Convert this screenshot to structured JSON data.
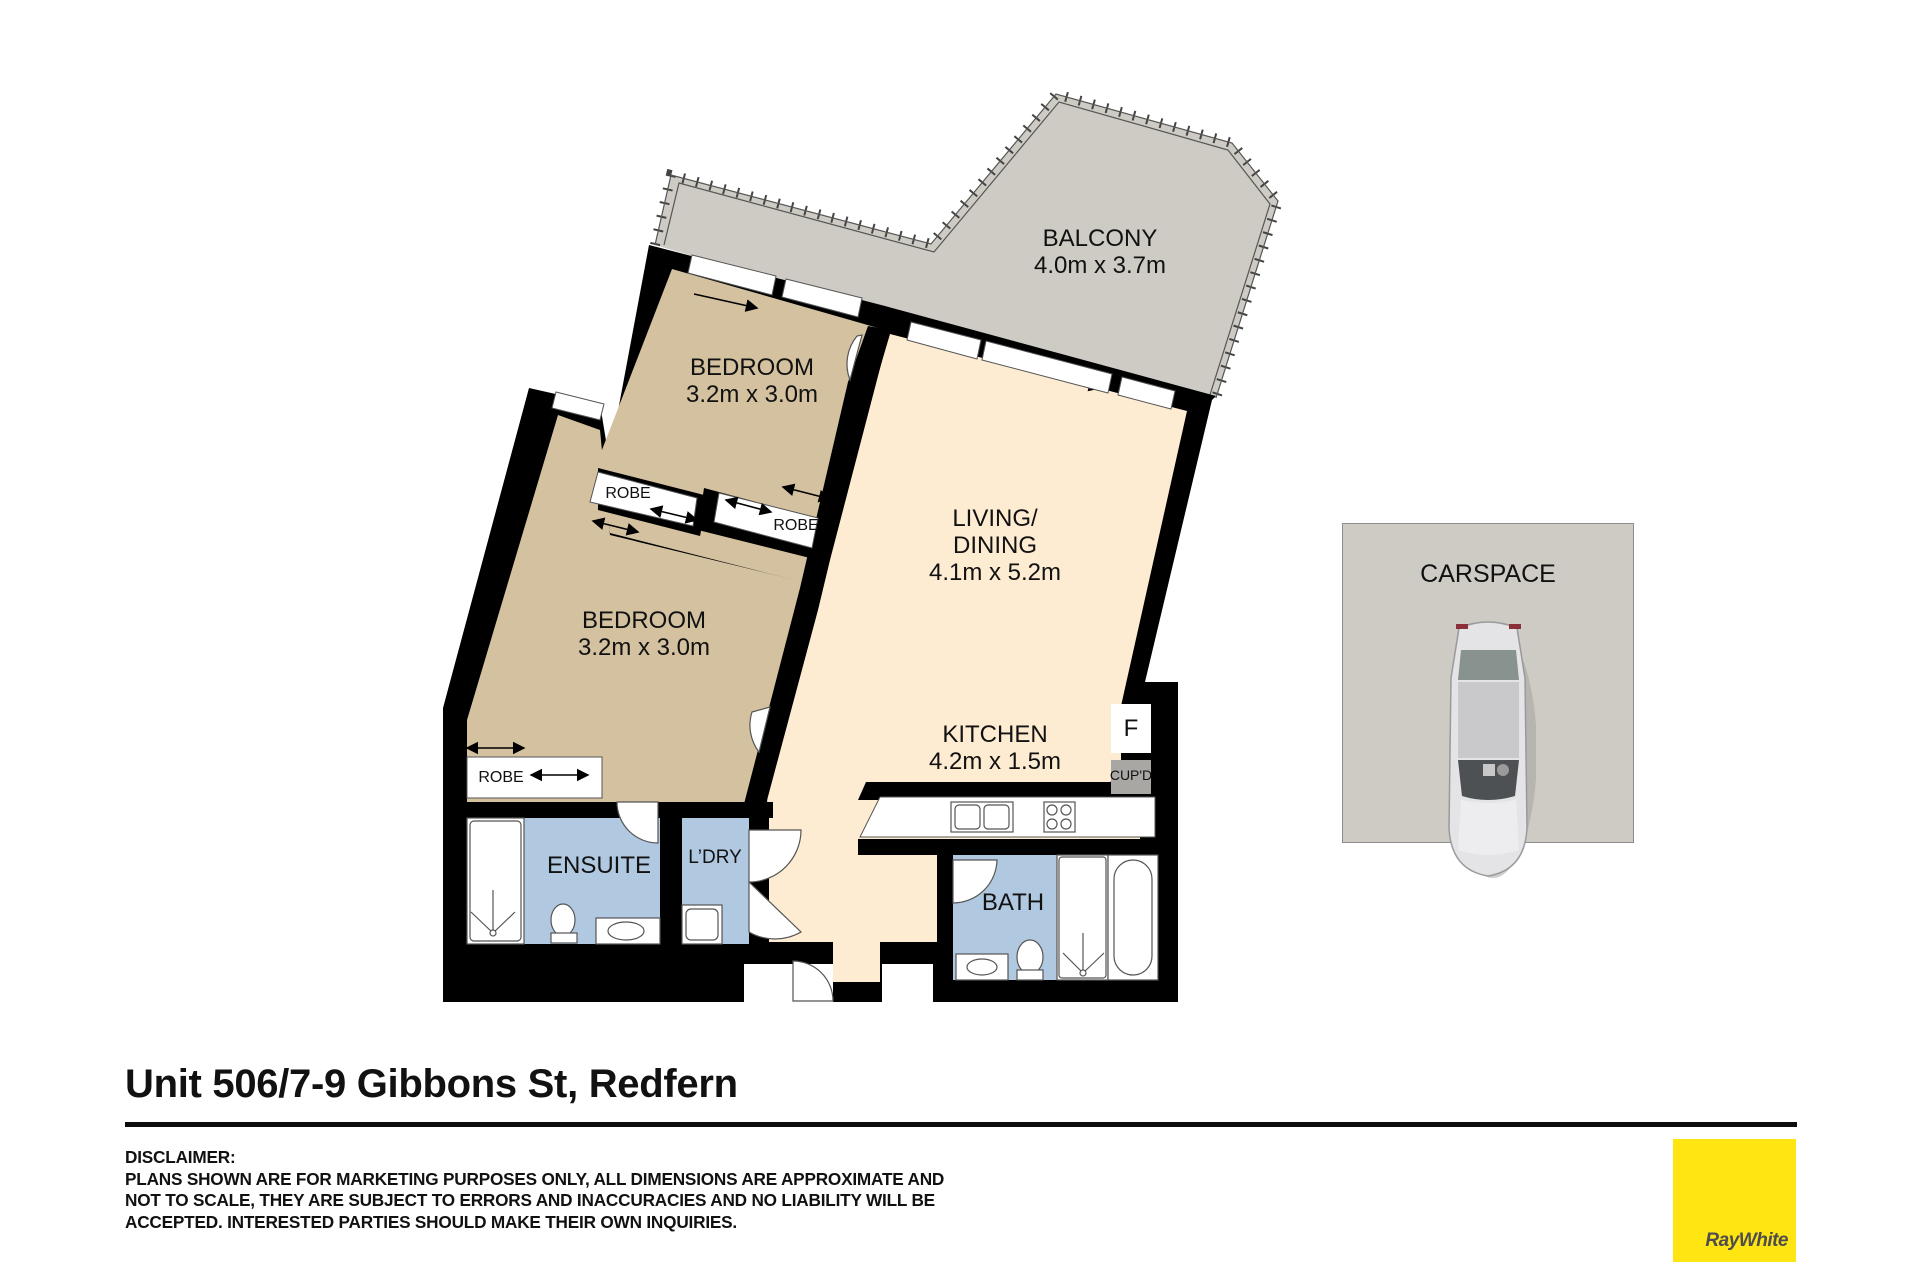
{
  "plan": {
    "colors": {
      "wall": "#000000",
      "bedroom": "#d3c1a0",
      "living": "#fdecd2",
      "wet_area": "#b0c8e0",
      "balcony": "#cdcbc3",
      "fixture": "#ffffff",
      "cupboard": "#a9a7a4"
    },
    "rooms": [
      {
        "id": "balcony",
        "name": "BALCONY",
        "size": "4.0m x 3.7m"
      },
      {
        "id": "bedroom_1",
        "name": "BEDROOM",
        "size": "3.2m x 3.0m"
      },
      {
        "id": "bedroom_2",
        "name": "BEDROOM",
        "size": "3.2m x 3.0m"
      },
      {
        "id": "living",
        "name_line1": "LIVING/",
        "name_line2": "DINING",
        "size": "4.1m x 5.2m"
      },
      {
        "id": "kitchen",
        "name": "KITCHEN",
        "size": "4.2m x 1.5m"
      },
      {
        "id": "ensuite",
        "name": "ENSUITE"
      },
      {
        "id": "laundry",
        "name": "L’DRY"
      },
      {
        "id": "bath",
        "name": "BATH"
      }
    ],
    "fixtures": {
      "robe_1": "ROBE",
      "robe_2": "ROBE",
      "robe_3": "ROBE",
      "fridge": "F",
      "cupboard": "CUP'D"
    },
    "carspace": {
      "label": "CARSPACE"
    }
  },
  "footer": {
    "title": "Unit 506/7-9 Gibbons St, Redfern",
    "disclaimer_heading": "DISCLAIMER:",
    "disclaimer_lines": [
      "PLANS SHOWN ARE FOR MARKETING PURPOSES ONLY, ALL DIMENSIONS ARE APPROXIMATE AND",
      "NOT TO SCALE, THEY ARE SUBJECT TO ERRORS AND INACCURACIES AND NO LIABILITY WILL BE",
      "ACCEPTED. INTERESTED PARTIES SHOULD MAKE THEIR OWN INQUIRIES."
    ],
    "logo": {
      "text": "RayWhite",
      "bg_color": "#ffe512",
      "text_color": "#4d4d4f"
    }
  }
}
